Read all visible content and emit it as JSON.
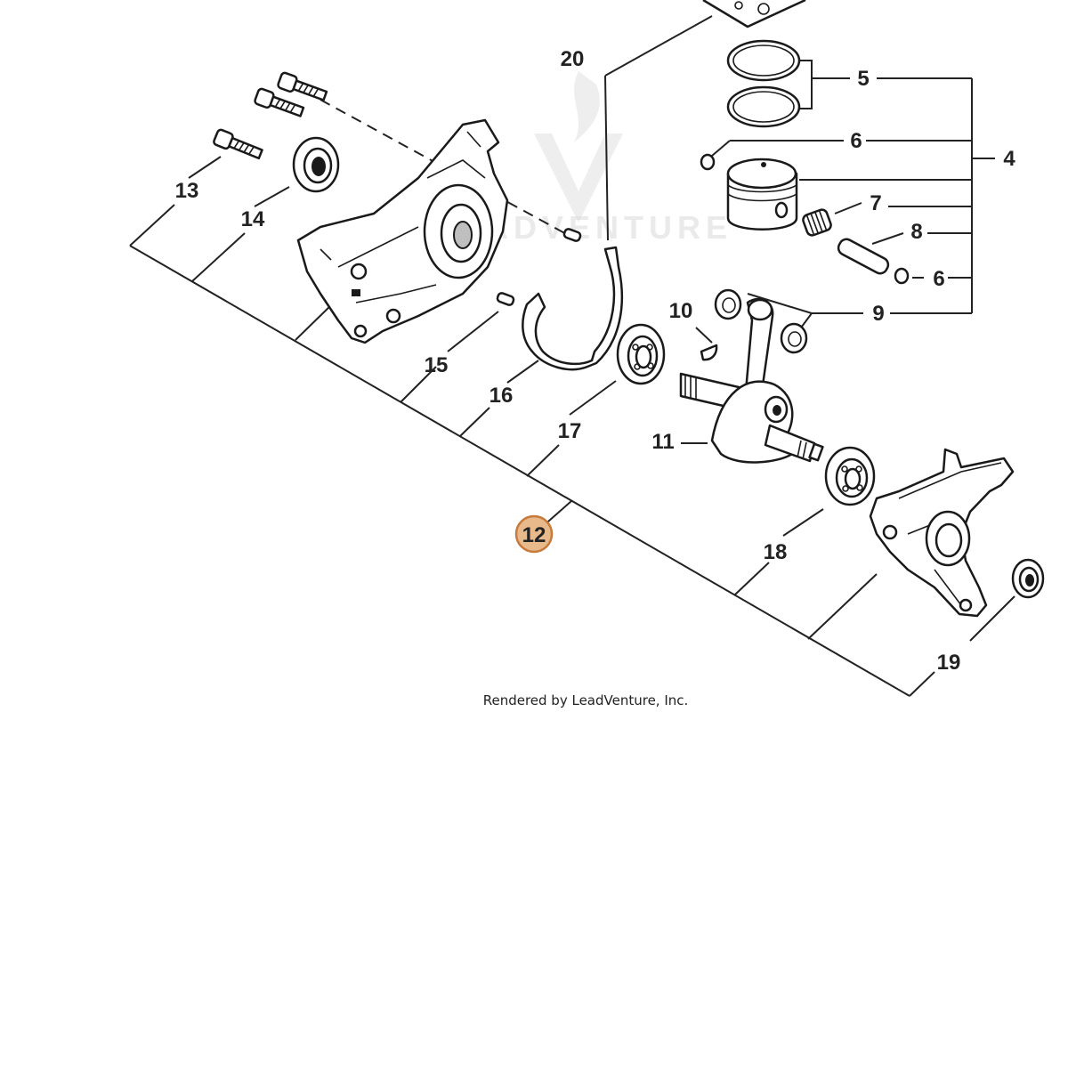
{
  "callouts": {
    "c4": "4",
    "c5": "5",
    "c6a": "6",
    "c6b": "6",
    "c7": "7",
    "c8": "8",
    "c9": "9",
    "c10": "10",
    "c11": "11",
    "c12": "12",
    "c13": "13",
    "c14": "14",
    "c15": "15",
    "c16": "16",
    "c17": "17",
    "c18": "18",
    "c19": "19",
    "c20": "20"
  },
  "credit": "Rendered by LeadVenture, Inc.",
  "watermark": "ADVENTURE",
  "colors": {
    "highlight_fill": "#e8b98a",
    "highlight_stroke": "#c87a3c",
    "line": "#222222"
  }
}
